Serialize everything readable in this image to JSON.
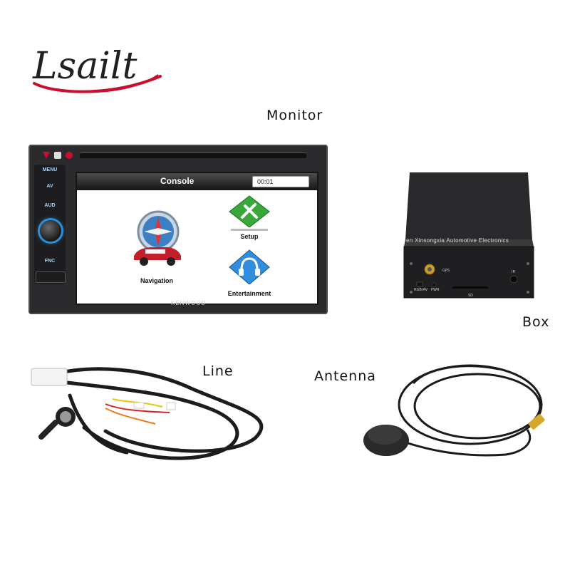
{
  "logo": {
    "text": "Lsailt"
  },
  "captions": {
    "monitor": "Monitor",
    "box": "Box",
    "line": "Line",
    "antenna": "Antenna"
  },
  "head_unit": {
    "brand": "KENWOOD",
    "side_buttons": [
      "MENU",
      "AV",
      "AUD",
      "FNC"
    ],
    "screen": {
      "title": "Console",
      "clock": "00:01",
      "apps": [
        {
          "label": "Navigation",
          "icon": "compass-car-icon"
        },
        {
          "label": "Setup",
          "icon": "tools-icon"
        },
        {
          "label": "Entertainment",
          "icon": "headphones-icon"
        }
      ]
    }
  },
  "box": {
    "watermark": "en Xinsongxia Automotive Electronics",
    "port_labels": [
      "GPS",
      "IR",
      "RGB/AV",
      "PWR",
      "SD"
    ]
  },
  "colors": {
    "accent_blue": "#2a8fd8",
    "setup_green": "#39a83a",
    "entertainment_blue": "#2f8ede",
    "antenna_connector": "#d4a82a"
  }
}
